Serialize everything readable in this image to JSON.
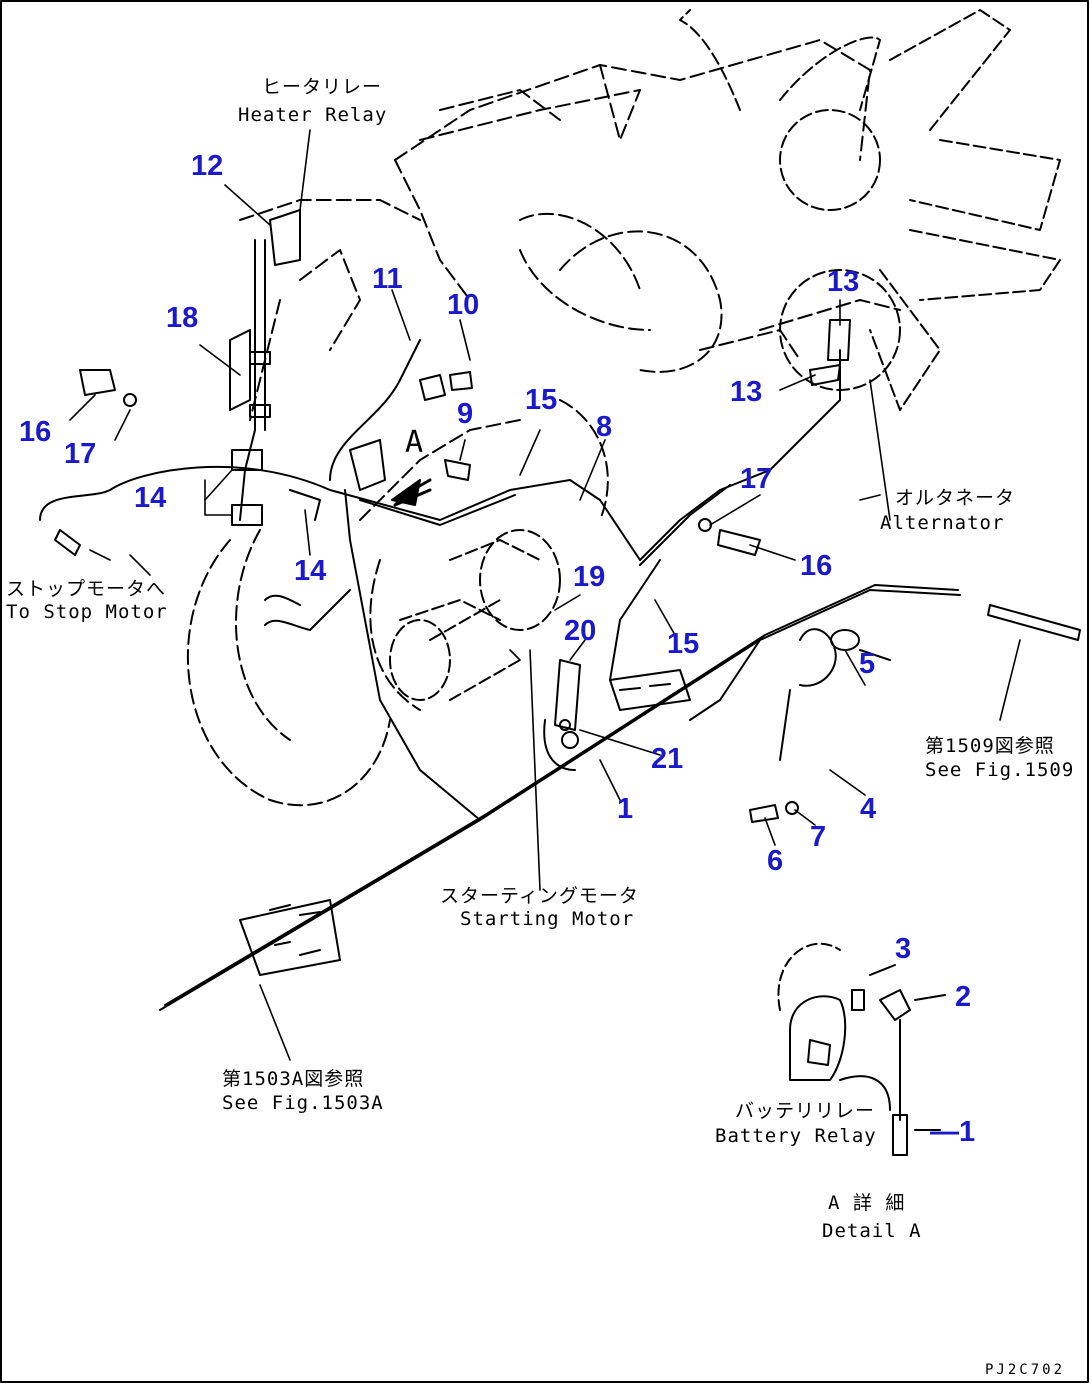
{
  "drawing_code": "PJ2C702",
  "detail_tag": "A",
  "labels": {
    "heater_relay_jp": "ヒータリレー",
    "heater_relay_en": "Heater Relay",
    "stop_motor_jp": "ストップモータへ",
    "stop_motor_en": "To Stop Motor",
    "alternator_jp": "オルタネータ",
    "alternator_en": "Alternator",
    "see_fig_1509_jp": "第1509図参照",
    "see_fig_1509_en": "See Fig.1509",
    "starting_motor_jp": "スターティングモータ",
    "starting_motor_en": "Starting Motor",
    "see_fig_1503a_jp": "第1503A図参照",
    "see_fig_1503a_en": "See Fig.1503A",
    "battery_relay_jp": "バッテリリレー",
    "battery_relay_en": "Battery Relay",
    "detail_a_jp": "A 詳 細",
    "detail_a_en": "Detail A"
  },
  "callouts": [
    {
      "id": "c12",
      "text": "12"
    },
    {
      "id": "c11",
      "text": "11"
    },
    {
      "id": "c10",
      "text": "10"
    },
    {
      "id": "c18",
      "text": "18"
    },
    {
      "id": "c9",
      "text": "9"
    },
    {
      "id": "c15a",
      "text": "15"
    },
    {
      "id": "c8",
      "text": "8"
    },
    {
      "id": "c13a",
      "text": "13"
    },
    {
      "id": "c13b",
      "text": "13"
    },
    {
      "id": "c16a",
      "text": "16"
    },
    {
      "id": "c17a",
      "text": "17"
    },
    {
      "id": "c14a",
      "text": "14"
    },
    {
      "id": "c14b",
      "text": "14"
    },
    {
      "id": "c17b",
      "text": "17"
    },
    {
      "id": "c16b",
      "text": "16"
    },
    {
      "id": "c19",
      "text": "19"
    },
    {
      "id": "c15b",
      "text": "15"
    },
    {
      "id": "c20",
      "text": "20"
    },
    {
      "id": "c5",
      "text": "5"
    },
    {
      "id": "c21",
      "text": "21"
    },
    {
      "id": "c4",
      "text": "4"
    },
    {
      "id": "c1a",
      "text": "1"
    },
    {
      "id": "c7",
      "text": "7"
    },
    {
      "id": "c6",
      "text": "6"
    },
    {
      "id": "c3",
      "text": "3"
    },
    {
      "id": "c2",
      "text": "2"
    },
    {
      "id": "c1b",
      "text": "—1"
    }
  ]
}
